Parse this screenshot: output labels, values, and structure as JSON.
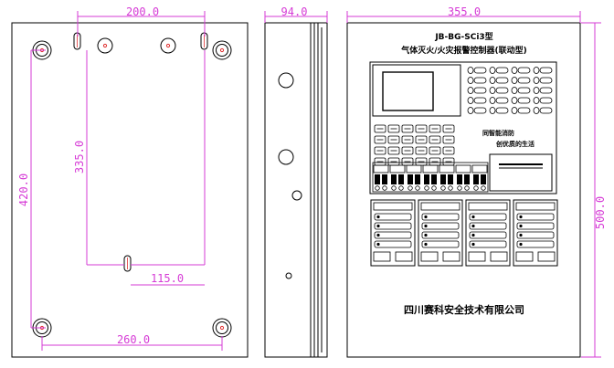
{
  "dimensions": {
    "top_width_back": "200.0",
    "side_depth": "94.0",
    "front_width": "355.0",
    "front_height": "500.0",
    "inner_height": "335.0",
    "outer_height": "420.0",
    "bottom_offset": "115.0",
    "bottom_width": "260.0"
  },
  "front_panel": {
    "model": "JB-BG-SCi3型",
    "title": "气体灭火/火灾报警控制器(联动型)",
    "slogan_line1": "同智能消防",
    "slogan_line2": "创优质的生活",
    "company": "四川赛科安全技术有限公司"
  },
  "colors": {
    "dimension": "#d63bd6",
    "outline": "#000000",
    "center_mark": "#e03030",
    "background": "#ffffff"
  }
}
